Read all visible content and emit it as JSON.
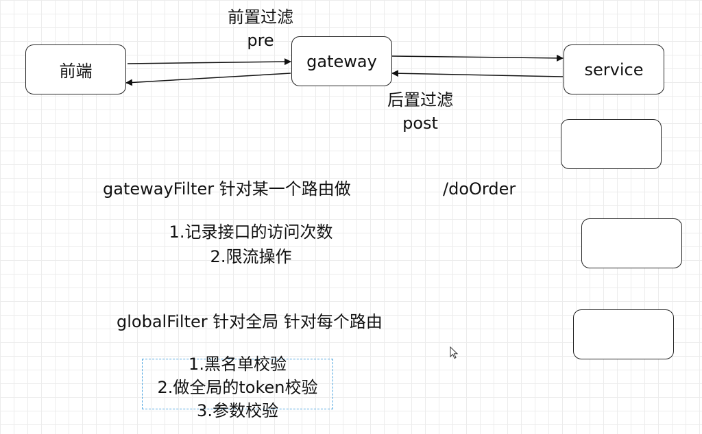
{
  "nodes": {
    "frontend": "前端",
    "gateway": "gateway",
    "service": "service"
  },
  "edge_labels": {
    "pre_title": "前置过滤",
    "pre_sub": "pre",
    "post_title": "后置过滤",
    "post_sub": "post"
  },
  "gateway_filter": {
    "heading": "gatewayFilter  针对某一个路由做",
    "route": "/doOrder",
    "items": [
      "1.记录接口的访问次数",
      "2.限流操作"
    ]
  },
  "global_filter": {
    "heading": "globalFilter  针对全局 针对每个路由",
    "items": [
      "1.黑名单校验",
      "2.做全局的token校验",
      "3.参数校验"
    ]
  }
}
